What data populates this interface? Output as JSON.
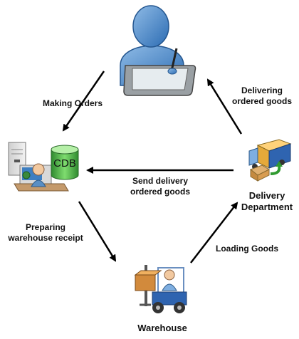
{
  "diagram": {
    "nodes": {
      "customer": {
        "icon": "user-tablet-icon"
      },
      "cdb": {
        "db_label": "CDB",
        "icon": "server-database-icon"
      },
      "delivery": {
        "line1": "Delivery",
        "line2": "Department",
        "icon": "delivery-truck-icon"
      },
      "warehouse": {
        "line1": "Warehouse",
        "icon": "forklift-icon"
      }
    },
    "edges": {
      "making_orders": {
        "line1": "Making Orders"
      },
      "delivering": {
        "line1": "Delivering",
        "line2": "ordered goods"
      },
      "send_delivery": {
        "line1": "Send delivery",
        "line2": "ordered goods"
      },
      "preparing": {
        "line1": "Preparing",
        "line2": "warehouse receipt"
      },
      "loading": {
        "line1": "Loading Goods"
      }
    }
  }
}
